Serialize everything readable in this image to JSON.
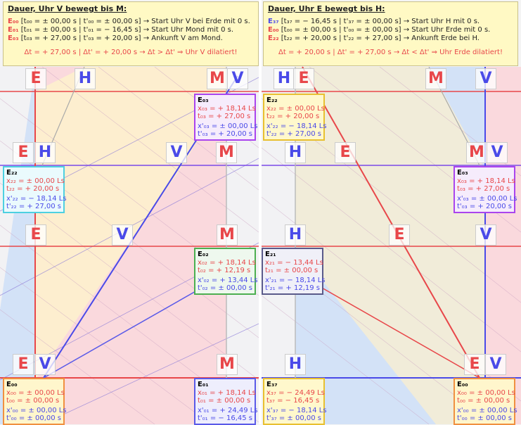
{
  "left_panel": {
    "title": "Dauer, Uhr V bewegt bis M:",
    "rows": [
      {
        "ev": "E₀₀",
        "text": "[t₀₀ = ± 00,00 s | t'₀₀ = ± 00,00 s] → Start Uhr V bei Erde mit 0 s."
      },
      {
        "ev": "E₀₁",
        "text": "[t₀₁ = ± 00,00 s | t'₀₁ = − 16,45 s] → Start Uhr Mond mit 0 s."
      },
      {
        "ev": "E₀₃",
        "text": "[t₀₃ = + 27,00 s | t'₀₃ = + 20,00 s] → Ankunft V am Mond."
      }
    ],
    "summary": "Δt = + 27,00 s | Δt' = + 20,00 s → Δt > Δt' ⇒ Uhr V dilatiert!"
  },
  "right_panel": {
    "title": "Dauer, Uhr E bewegt bis H:",
    "rows": [
      {
        "ev": "E₃₇",
        "text": "[t₃₇ = − 16,45 s | t'₃₇ = ± 00,00 s] → Start Uhr H mit 0 s."
      },
      {
        "ev": "E₀₀",
        "text": "[t₀₀ = ± 00,00 s | t'₀₀ = ± 00,00 s] → Start Uhr Erde mit 0 s."
      },
      {
        "ev": "E₂₂",
        "text": "[t₂₂ = + 20,00 s | t'₂₂ = + 27,00 s] → Ankunft Erde bei H."
      }
    ],
    "summary": "Δt = + 20,00 s | Δt' = + 27,00 s → Δt < Δt' ⇒ Uhr Erde dilatiert!"
  },
  "event_boxes": [
    {
      "id": "E₀₃",
      "l1": "x₀₃ = + 18,14 Ls",
      "l2": "t₀₃ = + 27,00 s",
      "l3": "x'₀₃ = ± 00,00 Ls",
      "l4": "t'₀₃ = + 20,00 s"
    },
    {
      "id": "E₂₂",
      "l1": "x₂₂ = ± 00,00 Ls",
      "l2": "t₂₂ = + 20,00 s",
      "l3": "x'₂₂ = − 18,14 Ls",
      "l4": "t'₂₂ = + 27,00 s"
    },
    {
      "id": "E₂₂",
      "l1": "x₂₂ = ± 00,00 Ls",
      "l2": "t₂₂ = + 20,00 s",
      "l3": "x'₂₂ = − 18,14 Ls",
      "l4": "t'₂₂ = + 27,00 s"
    },
    {
      "id": "E₀₃",
      "l1": "x₀₃ = + 18,14 Ls",
      "l2": "t₀₃ = + 27,00 s",
      "l3": "x'₀₃ = ± 00,00 Ls",
      "l4": "t'₀₃ = + 20,00 s"
    },
    {
      "id": "E₀₂",
      "l1": "x₀₂ = + 18,14 Ls",
      "l2": "t₀₂ = + 12,19 s",
      "l3": "x'₀₂ = + 13,44 Ls",
      "l4": "t'₀₂ = ± 00,00 s"
    },
    {
      "id": "E₂₁",
      "l1": "x₂₁ = − 13,44 Ls",
      "l2": "t₂₁ = ± 00,00 s",
      "l3": "x'₂₁ = − 18,14 Ls",
      "l4": "t'₂₁ = + 12,19 s"
    },
    {
      "id": "E₀₀",
      "l1": "x₀₀ = ± 00,00 Ls",
      "l2": "t₀₀ = ± 00,00 s",
      "l3": "x'₀₀ = ± 00,00 Ls",
      "l4": "t'₀₀ = ± 00,00 s"
    },
    {
      "id": "E₀₁",
      "l1": "x₀₁ = + 18,14 Ls",
      "l2": "t₀₁ = ± 00,00 s",
      "l3": "x'₀₁ = + 24,49 Ls",
      "l4": "t'₀₁ = − 16,45 s"
    },
    {
      "id": "E₃₇",
      "l1": "x₃₇ = − 24,49 Ls",
      "l2": "t₃₇ = − 16,45 s",
      "l3": "x'₃₇ = − 18,14 Ls",
      "l4": "t'₃₇ = ± 00,00 s"
    },
    {
      "id": "E₀₀",
      "l1": "x₀₀ = ± 00,00 Ls",
      "l2": "t₀₀ = ± 00,00 s",
      "l3": "x'₀₀ = ± 00,00 Ls",
      "l4": "t'₀₀ = ± 00,00 s"
    }
  ],
  "labels": {
    "E": "E",
    "H": "H",
    "M": "M",
    "V": "V"
  },
  "colors": {
    "earth": "#e8474a",
    "vessel": "#4a4ae8",
    "pink": "#fbd5d8",
    "blue": "#cfe0f7",
    "yellow": "#fdf1cc"
  }
}
